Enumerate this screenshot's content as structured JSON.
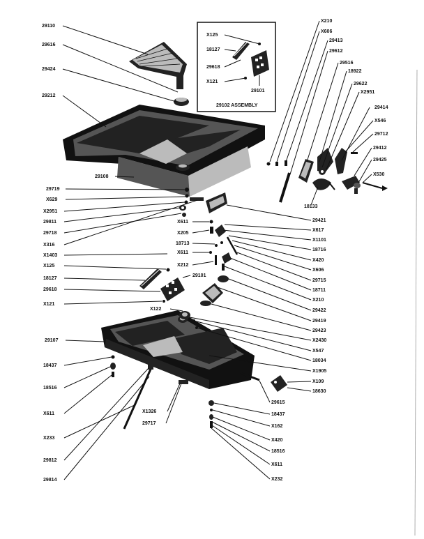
{
  "inset": {
    "title": "29102 ASSEMBLY",
    "labels": [
      "X125",
      "18127",
      "29618",
      "X121",
      "29101"
    ]
  },
  "left_labels": [
    "29110",
    "29616",
    "29424",
    "29212",
    "29108",
    "29719",
    "X629",
    "X2951",
    "29811",
    "29718",
    "X316",
    "X1403",
    "X125",
    "18127",
    "29618",
    "X121",
    "X122",
    "29107",
    "18437",
    "18516",
    "X611",
    "X233",
    "29812",
    "29814"
  ],
  "center_labels": [
    "X611",
    "X205",
    "18713",
    "X611",
    "X212",
    "29101",
    "X1326",
    "29717"
  ],
  "right_labels": [
    "X210",
    "X606",
    "29413",
    "29612",
    "29516",
    "18922",
    "29622",
    "X2951",
    "29414",
    "X546",
    "29712",
    "29412",
    "29425",
    "X530",
    "18133",
    "29421",
    "X617",
    "X1101",
    "18716",
    "X420",
    "X606",
    "29715",
    "18711",
    "X210",
    "29422",
    "29419",
    "29423",
    "X2430",
    "X547",
    "18034",
    "X1905",
    "X109",
    "18630",
    "29615",
    "18437",
    "X162",
    "X420",
    "18516",
    "X611",
    "X232"
  ]
}
